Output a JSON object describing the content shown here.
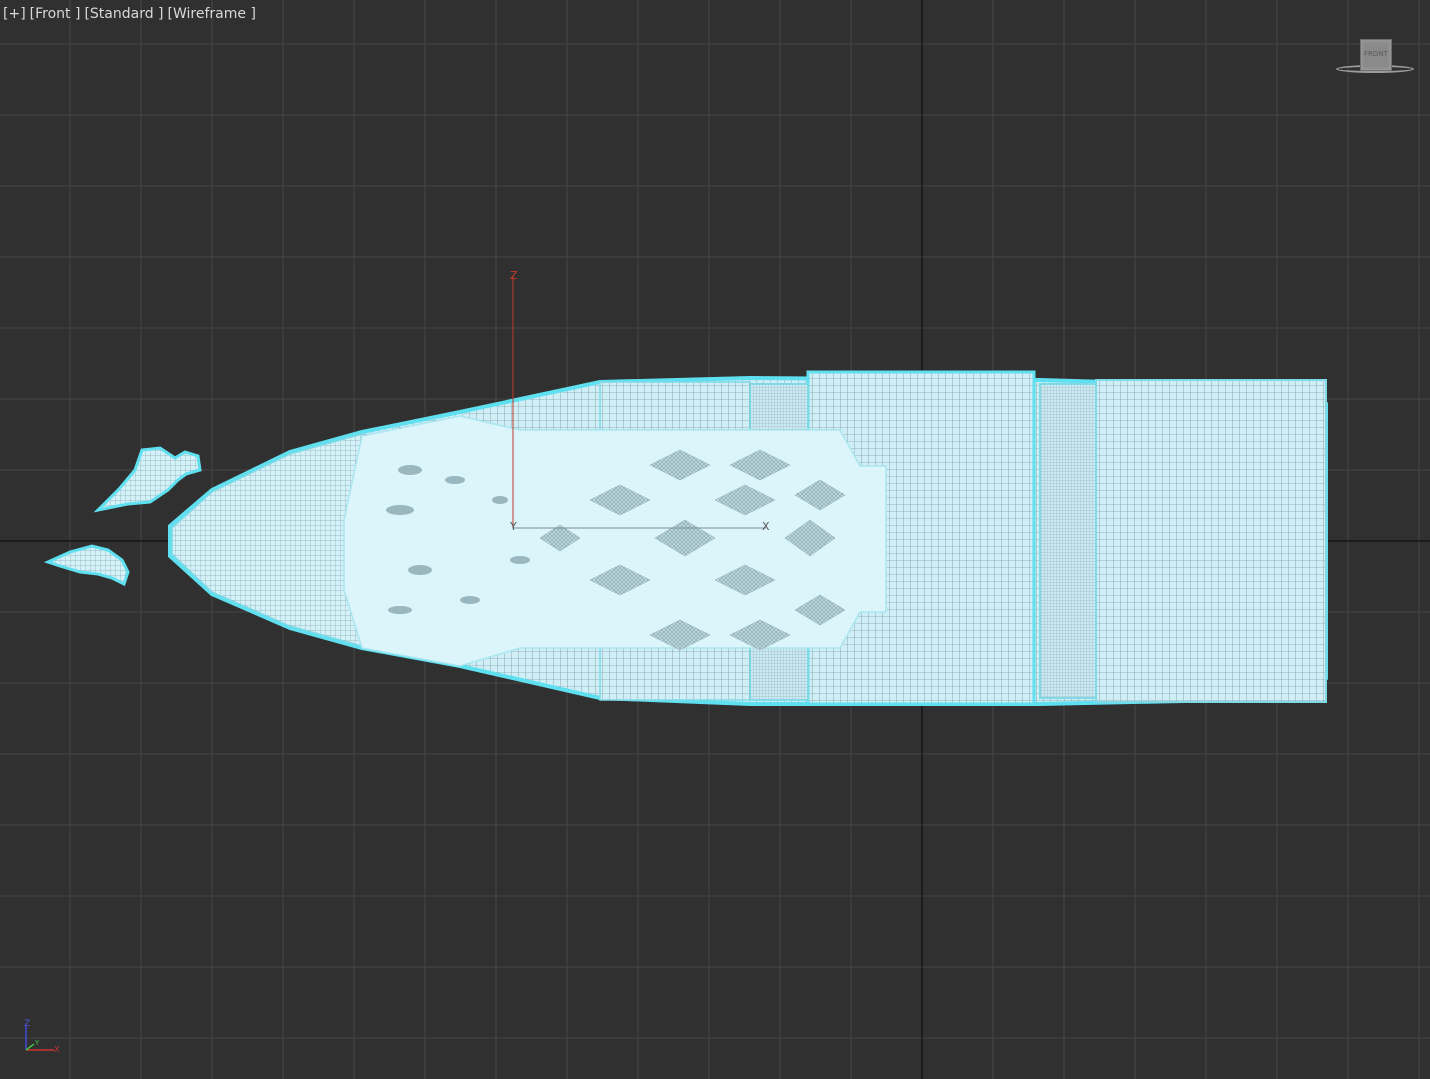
{
  "viewport": {
    "menu": {
      "plus_label": "[+]",
      "view_label": "[Front ]",
      "shading_style_label": "[Standard ]",
      "display_mode_label": "[Wireframe ]"
    },
    "viewcube": {
      "face_label": "FRONT",
      "icon": "viewcube-icon"
    },
    "gizmo": {
      "z_label": "Z",
      "x_label": "X",
      "y_label": "Y"
    },
    "corner_axis": {
      "z_label": "Z",
      "x_label": "X",
      "y_label": "Y",
      "icon": "world-axis-tripod-icon"
    },
    "colors": {
      "background": "#303030",
      "grid_line": "#444444",
      "home_grid_axis": "#111111",
      "selection_highlight": "#5fe0f0",
      "wireframe_fill": "#d7f4fb",
      "axis_x": "#c93434",
      "axis_y": "#42c23e",
      "axis_z": "#3e4ad6"
    }
  }
}
